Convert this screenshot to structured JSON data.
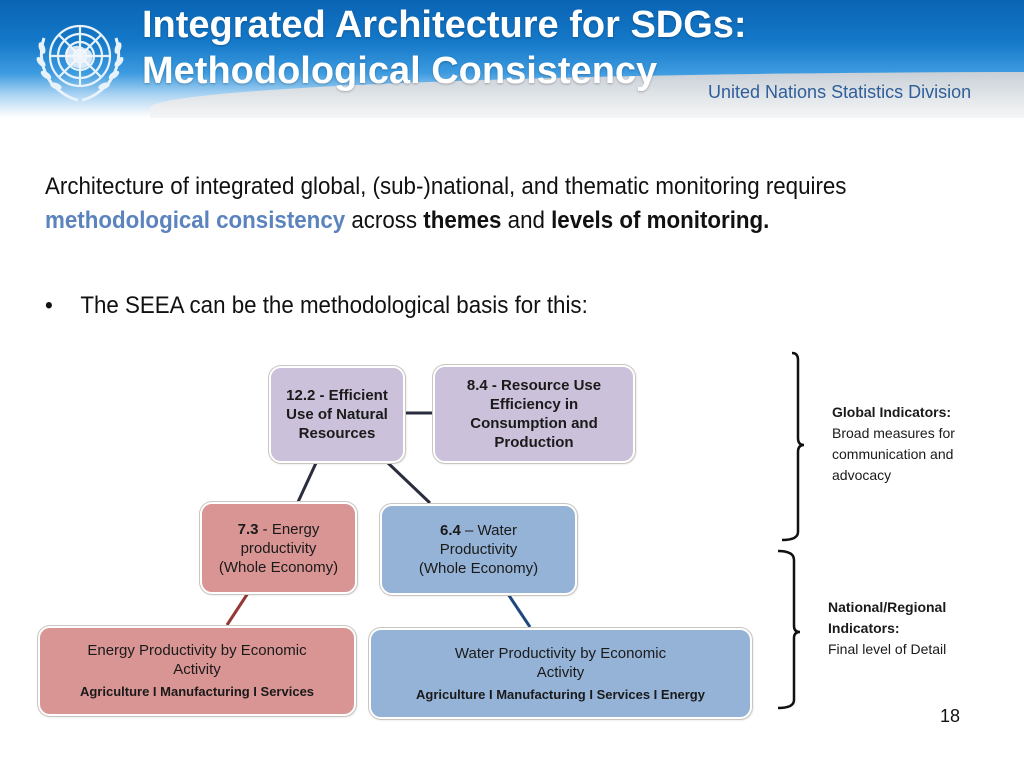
{
  "header": {
    "title_line1": "Integrated Architecture for SDGs:",
    "title_line2": "Methodological Consistency",
    "organization": "United Nations Statistics Division",
    "logo_icon": "un-emblem-icon",
    "colors": {
      "banner_top": "#0a64b4",
      "banner_bottom": "#a9d3f2",
      "org_text": "#2f5e9a"
    }
  },
  "intro": {
    "part1": "Architecture of integrated global, (sub-)national, and thematic monitoring requires ",
    "highlight": "methodological consistency",
    "part2": " across ",
    "bold1": "themes",
    "part3": " and ",
    "bold2": "levels of monitoring.",
    "highlight_color": "#5b83bd"
  },
  "bullet": {
    "marker": "•",
    "text": "The SEEA can be the methodological basis for this:"
  },
  "diagram": {
    "colors": {
      "purple": "#ccc1da",
      "red": "#d99594",
      "blue": "#95b3d7",
      "connector_dark": "#2a2d3e",
      "connector_red": "#953735",
      "connector_blue": "#1f497d"
    },
    "nodes": {
      "n12_2": {
        "code": "12.2 - Efficient",
        "line2": "Use of Natural",
        "line3": "Resources"
      },
      "n8_4": {
        "line1": "8.4 - Resource Use",
        "line2": "Efficiency in",
        "line3": "Consumption and",
        "line4": "Production"
      },
      "n7_3": {
        "code": "7.3",
        "rest": " - Energy",
        "line2": "productivity",
        "line3": "(Whole Economy)"
      },
      "n6_4": {
        "code": "6.4",
        "rest": " – Water",
        "line2": "Productivity",
        "line3": "(Whole Economy)"
      },
      "energy_detail": {
        "line1": "Energy Productivity by Economic",
        "line2": "Activity",
        "sectors": "Agriculture I Manufacturing I Services"
      },
      "water_detail": {
        "line1": "Water Productivity by Economic",
        "line2": "Activity",
        "sectors": "Agriculture I Manufacturing I Services I Energy"
      }
    }
  },
  "side": {
    "global": {
      "title": "Global Indicators:",
      "l1": "Broad measures for",
      "l2": "communication and",
      "l3": "advocacy"
    },
    "national": {
      "title1": "National/Regional",
      "title2": "Indicators:",
      "l1": "Final level of Detail"
    }
  },
  "footer": {
    "page_number": "18"
  }
}
